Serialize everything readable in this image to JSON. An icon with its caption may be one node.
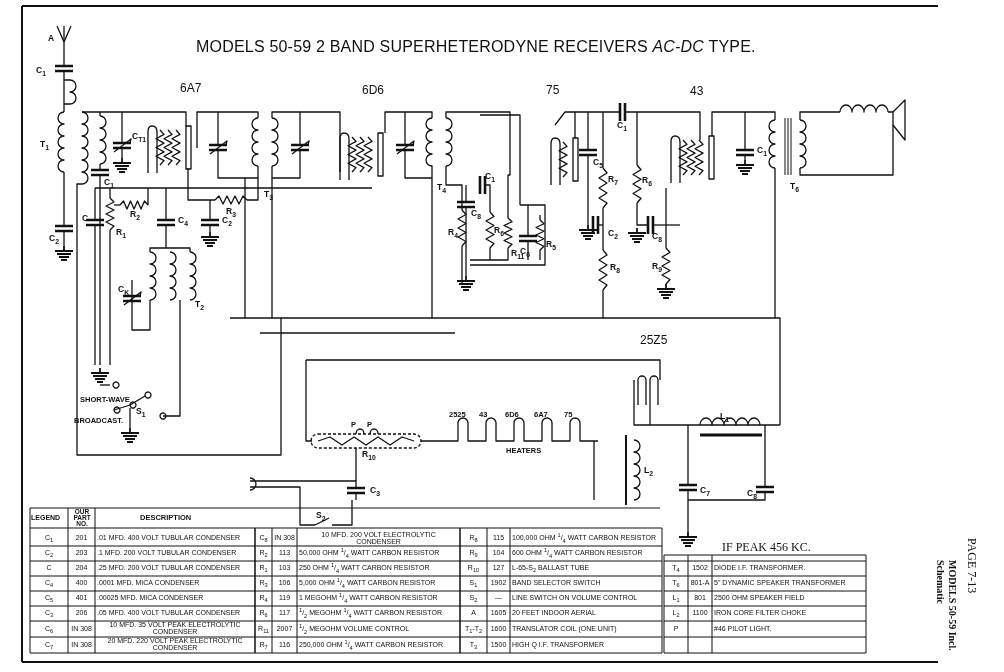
{
  "diagram": {
    "title": "MODELS 50-59 2 BAND SUPERHETERODYNE RECEIVERS *AC-DC* TYPE.",
    "labels": [
      "A",
      "C$_{1}$",
      "6A7",
      "6D6",
      "75",
      "43",
      "C$_{T1}$",
      "T$_{1}$",
      "C$_{1}$",
      "C$_{1}$",
      "T$_{3}$",
      "T$_{4}$",
      "C$_{1}$",
      "C$_{5}$",
      "R$_{7}$",
      "R$_{6}$",
      "C$_{1}$",
      "T$_{6}$",
      "R$_{2}$",
      "C$_{8}$",
      "C",
      "R$_{1}$",
      "C$_{4}$",
      "R$_{3}$",
      "C$_{2}$",
      "C$_{2}$",
      "R$_{4}$",
      "R$_{6}$",
      "R$_{11}$",
      "C$_{6}$",
      "R$_{5}$",
      "C$_{2}$",
      "C$_{8}$",
      "R$_{8}$",
      "R$_{9}$",
      "C$_{K}$",
      "T$_{2}$",
      "25Z5",
      "SHORT-WAVE",
      "S$_{1}$",
      "BROADCAST.",
      "P",
      "P",
      "2525",
      "43",
      "6D6",
      "6A7",
      "75",
      "L$_{1}$",
      "R$_{10}$",
      "HEATERS",
      "L$_{2}$",
      "C$_{3}$",
      "C$_{7}$",
      "C$_{8}$",
      "S$_{2}$",
      "IF PEAK 456 KC.",
      "LEGEND",
      "OUR PART NO.",
      "DESCRIPTION",
      "C$_{1}$",
      "201",
      ".01 MFD. 400 VOLT TUBULAR CONDENSER",
      "C$_{8}$",
      "IN 308",
      "10 MFD. 200 VOLT ELECTROLYTIC CONDENSER",
      "R$_{8}$",
      "115",
      "100,000 OHM $^{1}$/$_{4}$ WATT CARBON RESISTOR",
      "C$_{2}$",
      "203",
      ".1 MFD. 200 VOLT TUBULAR CONDENSER",
      "R$_{2}$",
      "113",
      "50,000 OHM $^{1}$/$_{4}$ WATT CARBON RESISTOR",
      "R$_{9}$",
      "104",
      "600 OHM $^{1}$/$_{4}$ WATT CARBON RESISTOR",
      "C",
      "204",
      ".25 MFD. 200 VOLT TUBULAR CONDENSER",
      "R$_{1}$",
      "103",
      "250 OHM $^{1}$/$_{4}$ WATT CARBON RESISTOR",
      "R$_{10}$",
      "127",
      "L-65-S$_{2}$ BALLAST TUBE",
      "T$_{4}$",
      "1502",
      "DIODE I.F. TRANSFORMER.",
      "C$_{4}$",
      "400",
      ".0001 MFD. MICA CONDENSER",
      "R$_{3}$",
      "106",
      "5,000 OHM $^{1}$/$_{4}$ WATT CARBON RESISTOR",
      "S$_{1}$",
      "1902",
      "BAND SELECTOR SWITCH",
      "T$_{6}$",
      "801-A",
      "5\" DYNAMIC SPEAKER TRANSFORMER",
      "C$_{5}$",
      "401",
      ".00025 MFD. MICA CONDENSER",
      "R$_{4}$",
      "119",
      "1 MEGOHM $^{1}$/$_{4}$ WATT CARBON RESISTOR",
      "S$_{2}$",
      "—",
      "LINE SWITCH ON VOLUME CONTROL",
      "L$_{1}$",
      "801",
      "2500 OHM SPEAKER FIELD",
      "C$_{3}$",
      "206",
      ".05 MFD. 400 VOLT TUBULAR CONDENSER",
      "R$_{6}$",
      "117",
      "$^{1}$/$_{2}$ MEGOHM $^{1}$/$_{4}$ WATT CARBON RESISTOR",
      "A",
      "1605",
      "20 FEET INDOOR AERIAL",
      "L$_{2}$",
      "1100",
      "IRON CORE FILTER CHOKE",
      "C$_{6}$",
      "IN 308",
      "10 MFD. 35 VOLT PEAK ELECTROLYTIC CONDENSER",
      "R$_{11}$",
      "2007",
      "$^{1}$/$_{2}$ MEGOHM VOLUME CONTROL",
      "T$_{1}$-T$_{2}$",
      "1600",
      "TRANSLATOR COIL (ONE UNIT)",
      "P",
      "#46 PILOT LIGHT.",
      "C$_{7}$",
      "IN 308",
      "20 MFD. 220 VOLT PEAK ELECTROLYTIC CONDENSER",
      "R$_{7}$",
      "116",
      "250,000 OHM $^{1}$/$_{4}$ WATT CARBON RESISTOR",
      "T$_{3}$",
      "1500",
      "HIGH Q I.F. TRANSFORMER",
      "PAGE 7-13",
      "MODELS 50-59 Incl.",
      "Schematic"
    ]
  }
}
